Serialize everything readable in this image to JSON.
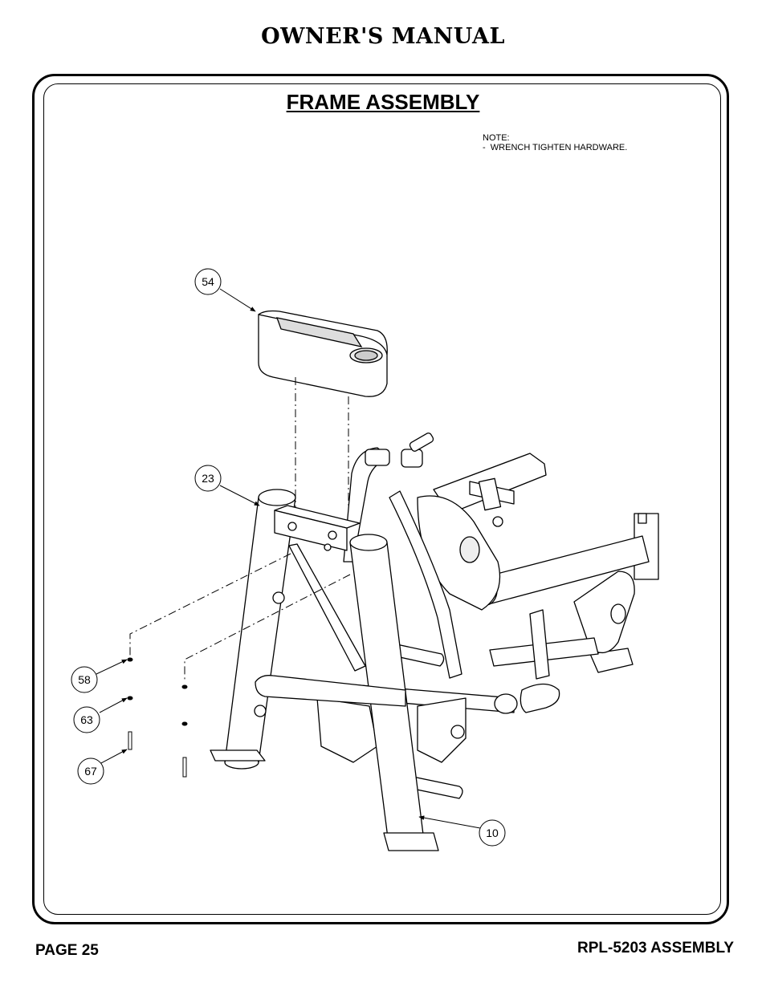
{
  "header": {
    "title": "OWNER'S MANUAL"
  },
  "section": {
    "title": "FRAME ASSEMBLY"
  },
  "note": {
    "text": "NOTE:\n-  WRENCH TIGHTEN HARDWARE."
  },
  "callouts": {
    "part_54": "54",
    "part_23": "23",
    "part_58": "58",
    "part_63": "63",
    "part_67": "67",
    "part_10": "10"
  },
  "footer": {
    "page": "PAGE 25",
    "doc_name": "RPL-5203 ASSEMBLY"
  }
}
